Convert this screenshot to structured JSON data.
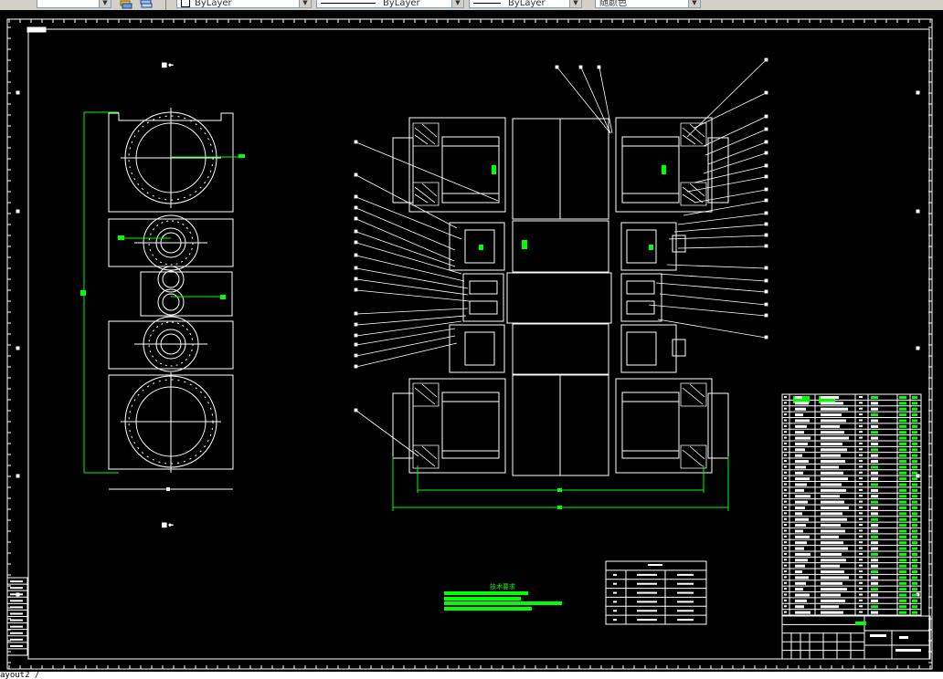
{
  "toolbar": {
    "layer_combo": "ByLayer",
    "linetype_combo": "ByLayer",
    "lineweight_combo": "ByLayer",
    "color_combo": "随颜色"
  },
  "drawing": {
    "tech_req_title": "技术要求",
    "colors": {
      "background": "#000000",
      "line": "#ffffff",
      "dimension": "#00ff00"
    }
  },
  "command_line": {
    "text": "ayout2 /"
  }
}
